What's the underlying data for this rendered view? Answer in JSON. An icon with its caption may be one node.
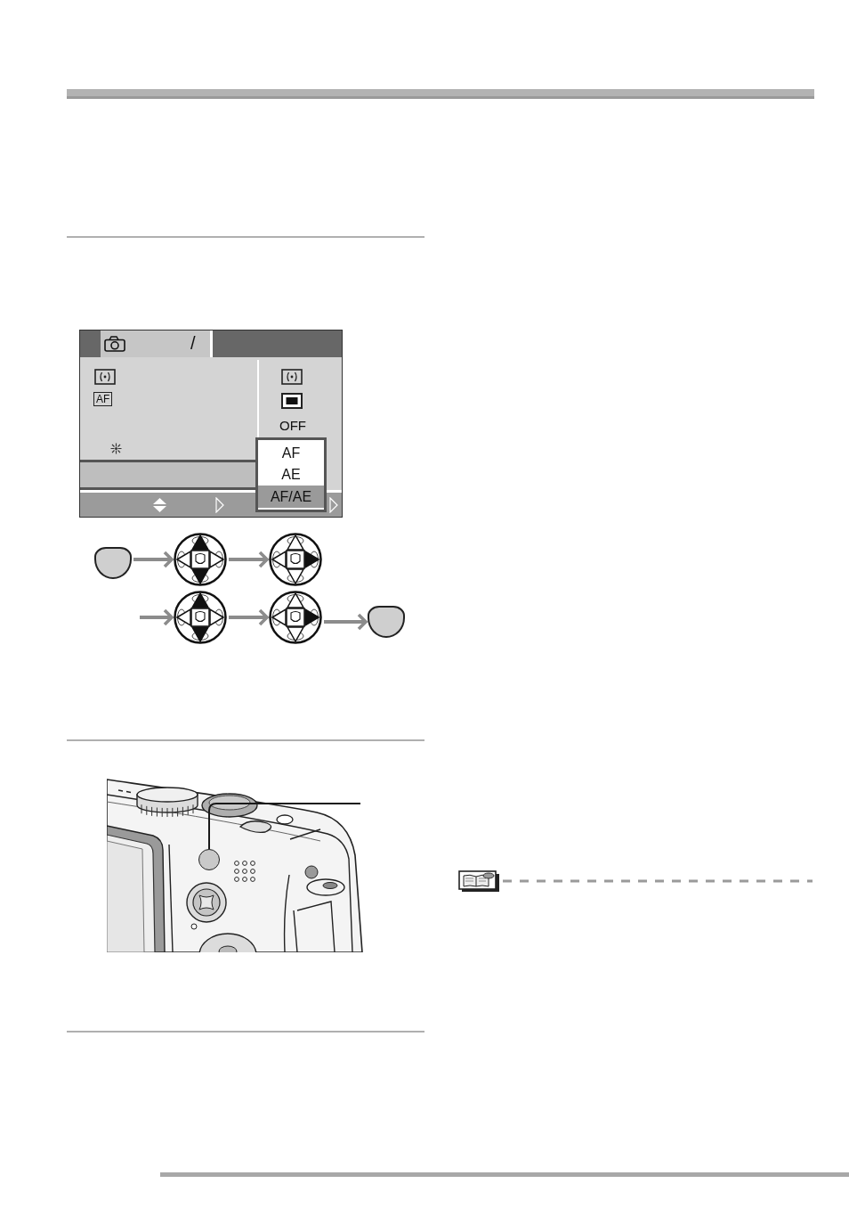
{
  "diagram": {
    "nodes": [
      {
        "text": [
          "AF",
          "AE",
          "AF/AE"
        ]
      },
      {
        "text": [],
        "shape": "button"
      },
      {
        "text": [],
        "shape": "picture"
      },
      {
        "text": [],
        "shape": "picture"
      },
      {
        "text": [],
        "shape": "picture"
      },
      {
        "text": [],
        "shape": "picture"
      },
      {
        "text": [],
        "shape": "button"
      },
      {
        "text": [],
        "shape": "button"
      }
    ],
    "edges": [
      {
        "from": 1,
        "to": 2,
        "arrow": "to"
      },
      {
        "from": 2,
        "to": 3,
        "arrow": "to"
      },
      {
        "from": null,
        "to": 4,
        "arrow": "to"
      },
      {
        "from": 4,
        "to": 5,
        "arrow": "to"
      },
      {
        "from": 5,
        "to": 6,
        "arrow": "to"
      },
      {
        "from": null,
        "to": 7,
        "arrow": "none",
        "color": "#1a1a1a"
      }
    ],
    "labels": [
      "/",
      "AF",
      "OFF"
    ]
  }
}
